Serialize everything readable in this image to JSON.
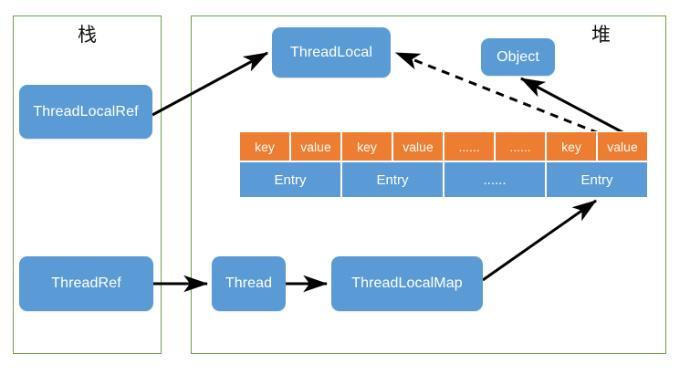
{
  "regions": [
    {
      "name": "stack",
      "label": "栈"
    },
    {
      "name": "heap",
      "label": "堆"
    }
  ],
  "nodes": {
    "thread_local": "ThreadLocal",
    "thread_local_ref": "ThreadLocalRef",
    "object": "Object",
    "thread_ref": "ThreadRef",
    "thread": "Thread",
    "thread_local_map": "ThreadLocalMap"
  },
  "entry_table": {
    "kv_row": [
      "key",
      "value",
      "key",
      "value",
      "......",
      "......",
      "key",
      "value"
    ],
    "entry_row": [
      "Entry",
      "Entry",
      "......",
      "Entry"
    ]
  },
  "colors": {
    "node_fill": "#5b9bd5",
    "kv_fill": "#ed7d31",
    "region_border": "#6aa442",
    "arrow": "#000000",
    "text_on_fill": "#ffffff"
  }
}
